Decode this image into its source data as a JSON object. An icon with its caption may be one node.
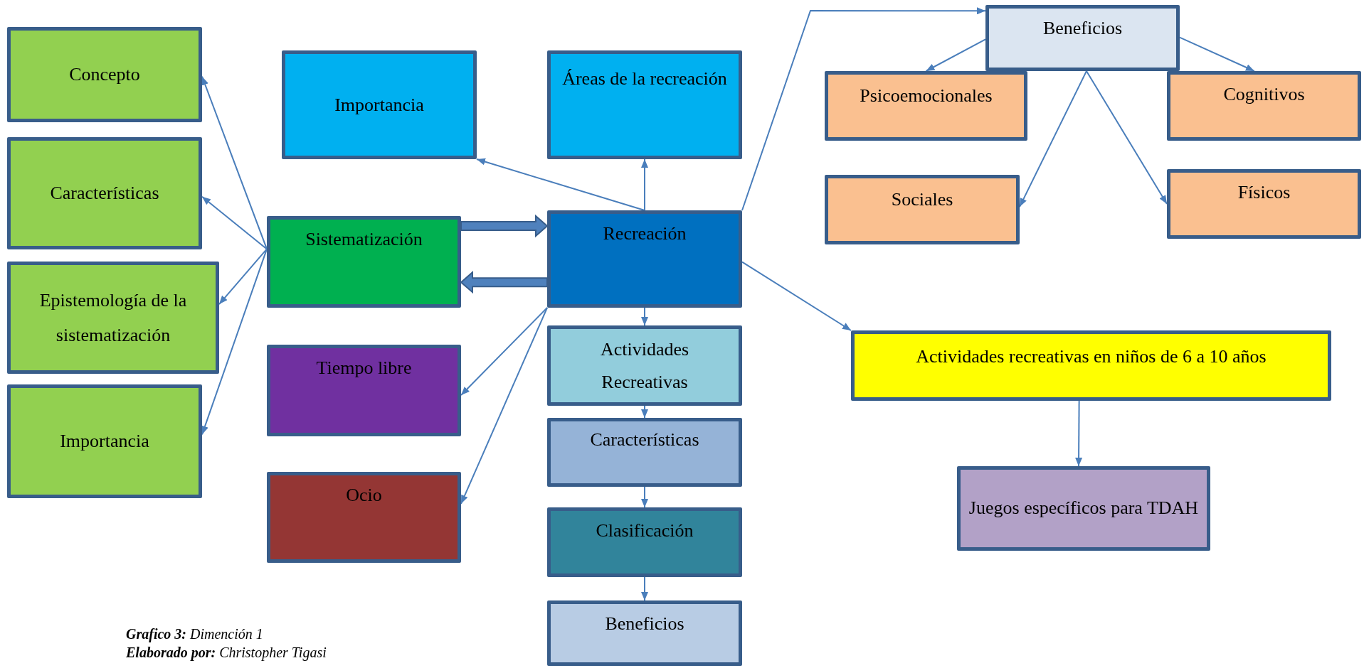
{
  "diagram": {
    "caption": "**Grafico 3:** Dimención 1",
    "nodes": [
      {
        "text": [
          "Concepto"
        ]
      },
      {
        "text": [
          "Características"
        ]
      },
      {
        "text": [
          "Epistemología de la sistematización"
        ]
      },
      {
        "text": [
          "Importancia"
        ]
      },
      {
        "text": [
          "Importancia"
        ]
      },
      {
        "text": [
          "Áreas de la recreación"
        ]
      },
      {
        "text": [
          "Sistematización"
        ]
      },
      {
        "text": [
          "Recreación"
        ]
      },
      {
        "text": [
          "Tiempo libre"
        ]
      },
      {
        "text": [
          "Ocio"
        ]
      },
      {
        "text": [
          "Actividades Recreativas"
        ]
      },
      {
        "text": [
          "Características"
        ]
      },
      {
        "text": [
          "Clasificación"
        ]
      },
      {
        "text": [
          "Beneficios"
        ]
      },
      {
        "text": [
          "Beneficios"
        ]
      },
      {
        "text": [
          "Psicoemocionales"
        ]
      },
      {
        "text": [
          "Cognitivos"
        ]
      },
      {
        "text": [
          "Sociales"
        ]
      },
      {
        "text": [
          "Físicos"
        ]
      },
      {
        "text": [
          "Actividades recreativas en niños de 6 a 10 años"
        ]
      },
      {
        "text": [
          "Juegos específicos para TDAH"
        ]
      }
    ],
    "edges": [
      {
        "from": 6,
        "to": 0,
        "arrow": "to"
      },
      {
        "from": 6,
        "to": 1,
        "arrow": "to"
      },
      {
        "from": 6,
        "to": 2,
        "arrow": "to"
      },
      {
        "from": 6,
        "to": 3,
        "arrow": "to"
      },
      {
        "from": 7,
        "to": 4,
        "arrow": "to"
      },
      {
        "from": 7,
        "to": 5,
        "arrow": "to"
      },
      {
        "from": 6,
        "to": 7,
        "arrow": "to",
        "style": "thick"
      },
      {
        "from": 7,
        "to": 6,
        "arrow": "to",
        "style": "thick"
      },
      {
        "from": 7,
        "to": 8,
        "arrow": "to"
      },
      {
        "from": 7,
        "to": 9,
        "arrow": "to"
      },
      {
        "from": 7,
        "to": 10,
        "arrow": "to"
      },
      {
        "from": 10,
        "to": 11,
        "arrow": "to"
      },
      {
        "from": 11,
        "to": 12,
        "arrow": "to"
      },
      {
        "from": 12,
        "to": 13,
        "arrow": "to"
      },
      {
        "from": 7,
        "to": 14,
        "arrow": "to"
      },
      {
        "from": 14,
        "to": 15,
        "arrow": "to"
      },
      {
        "from": 14,
        "to": 16,
        "arrow": "to"
      },
      {
        "from": 14,
        "to": 17,
        "arrow": "to"
      },
      {
        "from": 14,
        "to": 18,
        "arrow": "to"
      },
      {
        "from": 7,
        "to": 19,
        "arrow": "to"
      },
      {
        "from": 19,
        "to": 20,
        "arrow": "to"
      }
    ],
    "labels": [
      "**Elaborado por:** Christopher Tigasi"
    ]
  }
}
